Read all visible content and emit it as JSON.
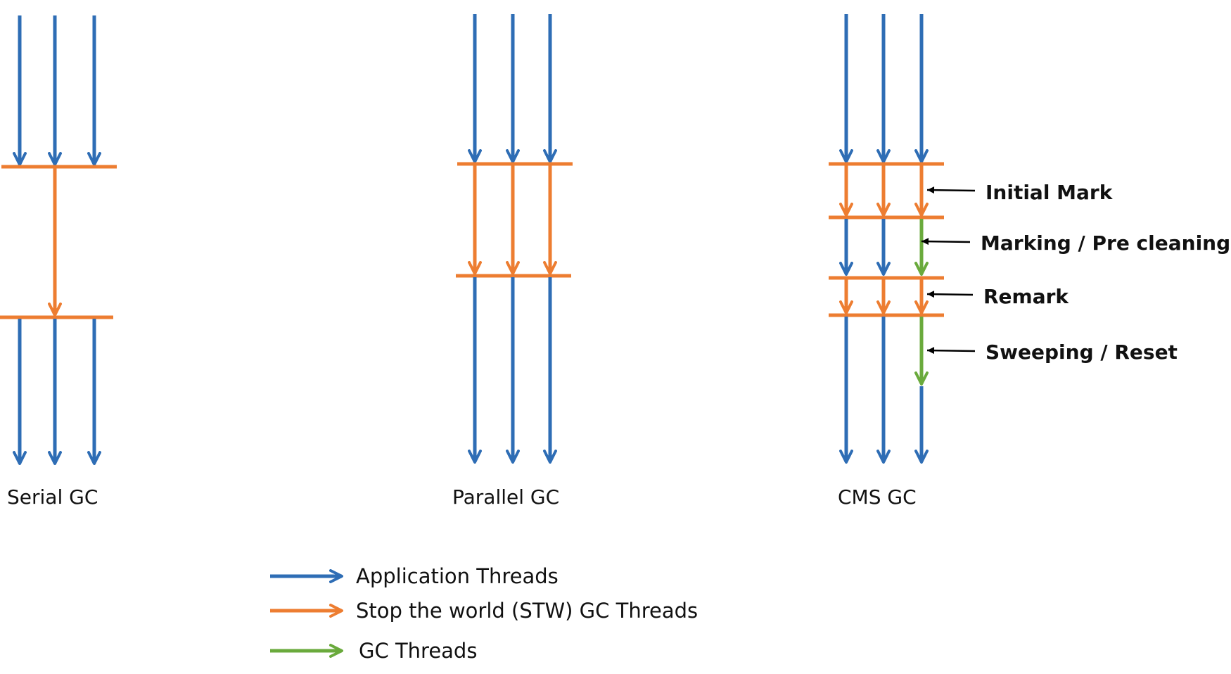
{
  "colors": {
    "app": "#2E6DB5",
    "stw": "#ED7D31",
    "gc": "#6AAA3C",
    "pointer": "#000000"
  },
  "collectors": {
    "serial": {
      "label": "Serial GC"
    },
    "parallel": {
      "label": "Parallel GC"
    },
    "cms": {
      "label": "CMS GC",
      "phases": {
        "initial_mark": "Initial Mark",
        "marking": "Marking / Pre cleaning",
        "remark": "Remark",
        "sweeping": "Sweeping / Reset"
      }
    }
  },
  "legend": {
    "application": "Application Threads",
    "stw": "Stop the world (STW) GC Threads",
    "gc": "GC Threads"
  }
}
